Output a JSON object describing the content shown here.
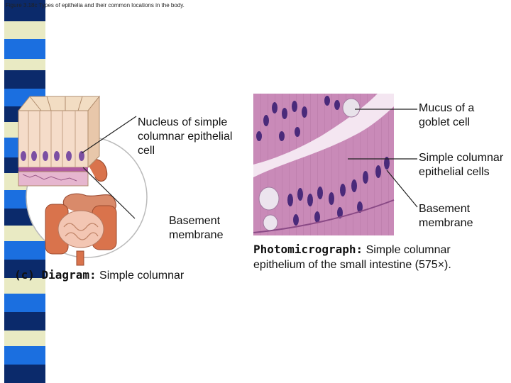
{
  "slide_title": "Figure 3.18c Types of epithelia and their common locations in the body.",
  "diagram": {
    "label_nucleus": "Nucleus of simple columnar epithelial cell",
    "label_basement": "Basement membrane",
    "caption_prefix": "(c) Diagram:",
    "caption_text": "Simple columnar"
  },
  "photo": {
    "label_goblet": "Mucus of a goblet cell",
    "label_cells": "Simple columnar epithelial cells",
    "label_basement": "Basement membrane",
    "caption_prefix": "Photomicrograph:",
    "caption_text": "Simple columnar epithelium of the small intestine (575×)."
  },
  "colors": {
    "stripe_navy": "#0b2a6b",
    "stripe_blue": "#1b6fe0",
    "stripe_light": "#e9eac3",
    "tissue_pink": "#c98ab8",
    "nucleus_purple": "#4a2a7a"
  }
}
